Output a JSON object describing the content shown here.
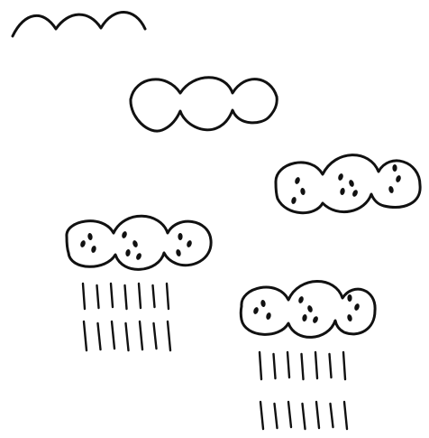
{
  "diagram": {
    "title": "",
    "ink_color": "#111111",
    "background_color": "#ffffff",
    "elements": [
      {
        "name": "bumps-stage",
        "kind": "arcs",
        "lobes": 3
      },
      {
        "name": "scallop-stage",
        "kind": "lobes",
        "lobes": 3,
        "dots": false,
        "rain": false
      },
      {
        "name": "dotted-scallop-stage",
        "kind": "lobes",
        "lobes": 3,
        "dots": true,
        "rain": false
      },
      {
        "name": "rain-cloud-left",
        "kind": "lobes",
        "lobes": 3,
        "dots": true,
        "rain": true,
        "rain_rows": 2,
        "strokes_per_row": 7
      },
      {
        "name": "rain-cloud-right",
        "kind": "lobes",
        "lobes": 3,
        "dots": true,
        "rain": true,
        "rain_rows": 2,
        "strokes_per_row": 7
      }
    ]
  }
}
